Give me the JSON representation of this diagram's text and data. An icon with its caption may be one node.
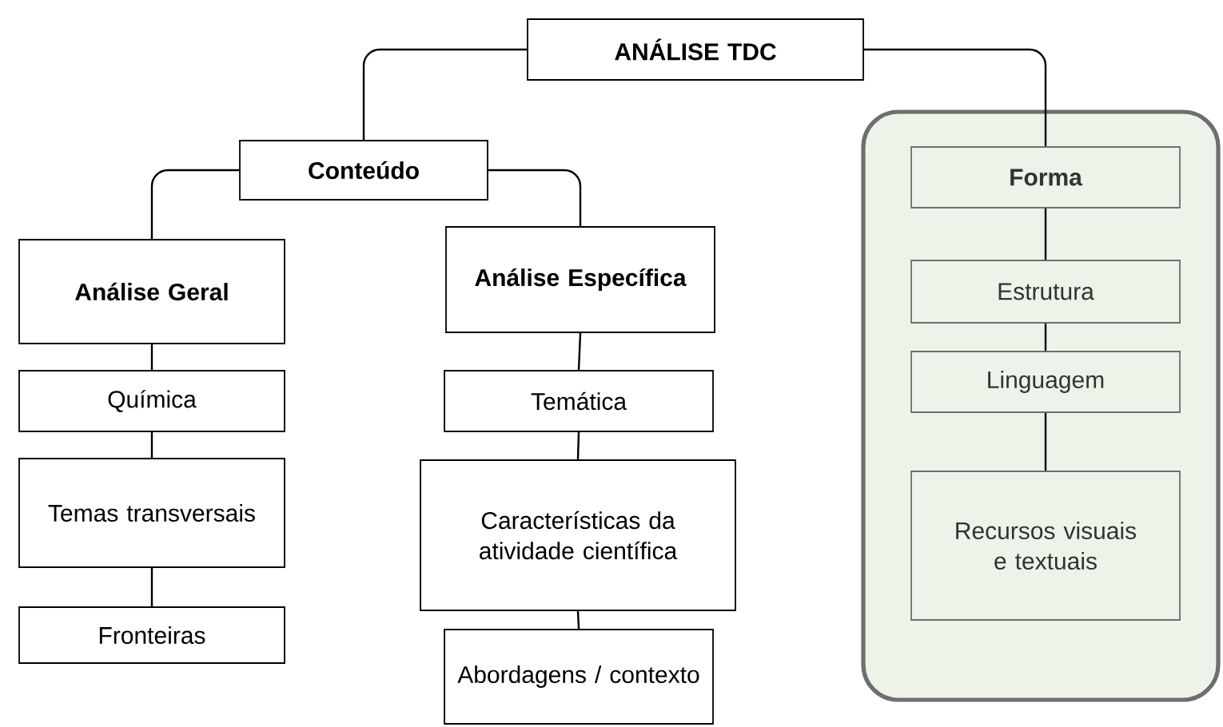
{
  "diagram": {
    "nodes": [
      {
        "text": [
          "ANÁLISE TDC"
        ]
      },
      {
        "text": [
          "Conteúdo"
        ]
      },
      {
        "text": [
          "Análise Geral"
        ]
      },
      {
        "text": [
          "Química"
        ]
      },
      {
        "text": [
          "Temas transversais"
        ]
      },
      {
        "text": [
          "Fronteiras"
        ]
      },
      {
        "text": [
          "Análise Específica"
        ]
      },
      {
        "text": [
          "Temática"
        ]
      },
      {
        "text": [
          "Características da atividade científica"
        ]
      },
      {
        "text": [
          "Abordagens / contexto"
        ]
      },
      {
        "text": [],
        "shape": "box"
      },
      {
        "text": [
          "Forma"
        ],
        "in": 10
      },
      {
        "text": [
          "Estrutura"
        ],
        "in": 10
      },
      {
        "text": [
          "Linguagem"
        ],
        "in": 10
      },
      {
        "text": [
          "Recursos visuais e textuais"
        ],
        "in": 10
      }
    ],
    "edges": [
      {
        "from": 0,
        "to": 1,
        "arrow": "none"
      },
      {
        "from": 0,
        "to": 11,
        "arrow": "none"
      },
      {
        "from": 1,
        "to": 2,
        "arrow": "none"
      },
      {
        "from": 1,
        "to": 6,
        "arrow": "none"
      },
      {
        "from": 2,
        "to": 3,
        "arrow": "none"
      },
      {
        "from": 3,
        "to": 4,
        "arrow": "none"
      },
      {
        "from": 4,
        "to": 5,
        "arrow": "none"
      },
      {
        "from": 6,
        "to": 7,
        "arrow": "none"
      },
      {
        "from": 7,
        "to": 8,
        "arrow": "none"
      },
      {
        "from": 8,
        "to": 9,
        "arrow": "none"
      },
      {
        "from": 11,
        "to": 12,
        "arrow": "none"
      },
      {
        "from": 12,
        "to": 13,
        "arrow": "none"
      },
      {
        "from": 13,
        "to": 14,
        "arrow": "none"
      }
    ]
  }
}
